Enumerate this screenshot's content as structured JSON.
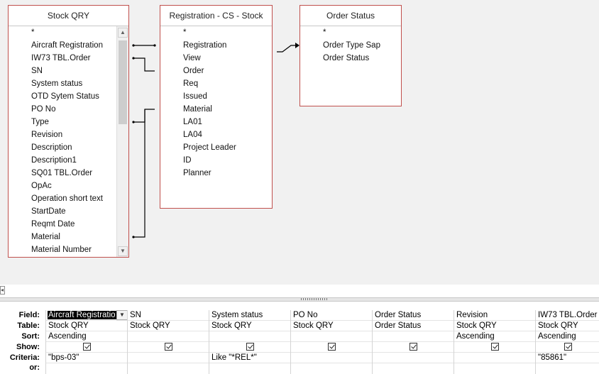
{
  "tables": [
    {
      "title": "Stock QRY",
      "fields": [
        "*",
        "Aircraft Registration",
        "IW73 TBL.Order",
        "SN",
        "System status",
        "OTD Sytem Status",
        "PO No",
        "Type",
        "Revision",
        "Description",
        "Description1",
        "SQ01 TBL.Order",
        "OpAc",
        "Operation short text",
        "StartDate",
        "Reqmt Date",
        "Material",
        "Material Number"
      ]
    },
    {
      "title": "Registration - CS - Stock",
      "fields": [
        "*",
        "Registration",
        "View",
        "Order",
        "Req",
        "Issued",
        "Material",
        "LA01",
        "LA04",
        "Project Leader",
        "ID",
        "Planner"
      ]
    },
    {
      "title": "Order Status",
      "fields": [
        "*",
        "Order Type Sap",
        "Order Status"
      ]
    }
  ],
  "grid": {
    "row_labels": [
      "Field:",
      "Table:",
      "Sort:",
      "Show:",
      "Criteria:",
      "or:"
    ],
    "columns": [
      {
        "field": "Aircraft Registratio",
        "table": "Stock QRY",
        "sort": "Ascending",
        "show": true,
        "criteria": "\"bps-03\""
      },
      {
        "field": "SN",
        "table": "Stock QRY",
        "sort": "",
        "show": true,
        "criteria": ""
      },
      {
        "field": "System status",
        "table": "Stock QRY",
        "sort": "",
        "show": true,
        "criteria": "Like \"*REL*\""
      },
      {
        "field": "PO No",
        "table": "Stock QRY",
        "sort": "",
        "show": true,
        "criteria": ""
      },
      {
        "field": "Order Status",
        "table": "Order Status",
        "sort": "",
        "show": true,
        "criteria": ""
      },
      {
        "field": "Revision",
        "table": "Stock QRY",
        "sort": "Ascending",
        "show": true,
        "criteria": ""
      },
      {
        "field": "IW73 TBL.Order",
        "table": "Stock QRY",
        "sort": "Ascending",
        "show": true,
        "criteria": "\"85861\""
      }
    ]
  },
  "icons": {
    "scroll_up": "scroll-up-arrow-icon",
    "scroll_down": "scroll-down-arrow-icon",
    "dropdown": "chevron-down-icon",
    "checkbox": "checkbox-checked-icon"
  },
  "colors": {
    "table_border": "#c0504d",
    "canvas_background": "#f1f1f1"
  }
}
